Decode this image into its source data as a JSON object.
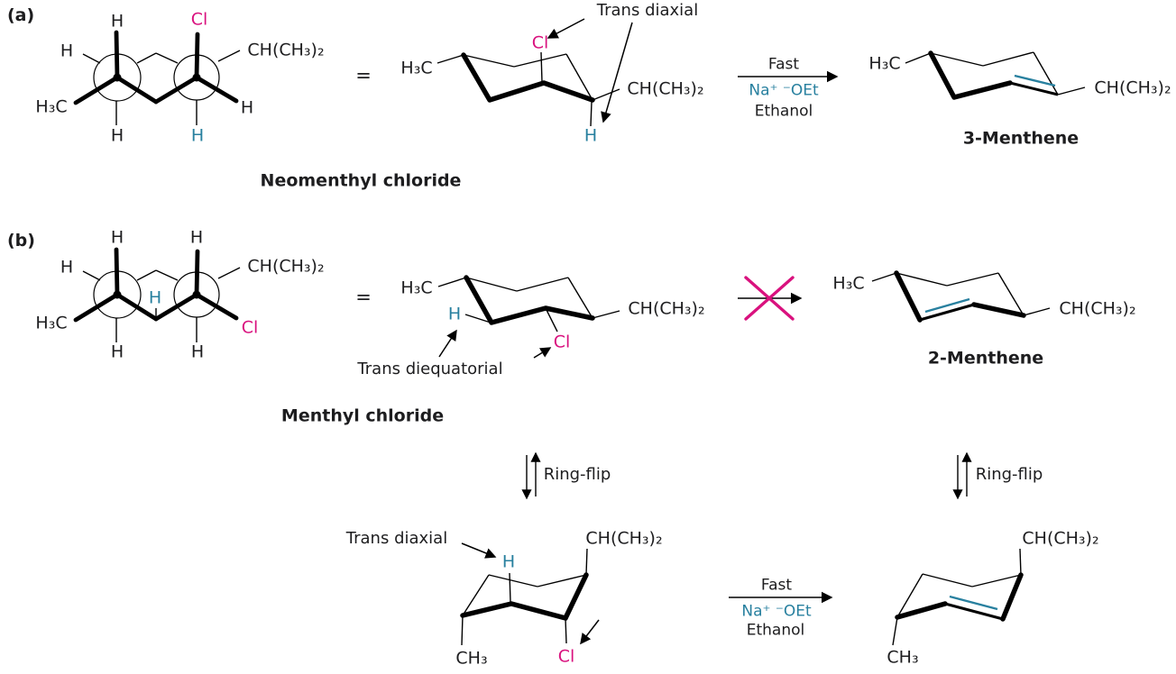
{
  "colors": {
    "magenta": "#d9117e",
    "teal": "#28809f",
    "ink": "#1d1d1f"
  },
  "panel_a": {
    "label": "(a)",
    "newman": {
      "h_top": "H",
      "chlorine": "Cl",
      "h_left": "H",
      "isopropyl": "CH(CH₃)₂",
      "methyl": "H₃C",
      "h_right": "H",
      "h_bottom_left": "H",
      "h_bottom_right": "H",
      "equals": "="
    },
    "compound_name": "Neomenthyl chloride",
    "chair": {
      "methyl": "H₃C",
      "chlorine": "Cl",
      "isopropyl": "CH(CH₃)₂",
      "hydrogen": "H",
      "annotation": "Trans diaxial"
    },
    "reaction": {
      "rate": "Fast",
      "reagent": "Na⁺ ⁻OEt",
      "solvent": "Ethanol"
    },
    "product": {
      "methyl": "H₃C",
      "isopropyl": "CH(CH₃)₂",
      "name": "3-Menthene"
    }
  },
  "panel_b": {
    "label": "(b)",
    "newman": {
      "h_top_left": "H",
      "h_top_right": "H",
      "h_left": "H",
      "isopropyl": "CH(CH₃)₂",
      "h_middle": "H",
      "methyl": "H₃C",
      "chlorine": "Cl",
      "h_bottom_left": "H",
      "h_bottom_right": "H",
      "equals": "="
    },
    "compound_name": "Menthyl chloride",
    "chair": {
      "methyl": "H₃C",
      "hydrogen": "H",
      "chlorine": "Cl",
      "isopropyl": "CH(CH₃)₂",
      "annotation": "Trans diequatorial"
    },
    "blocked_product": {
      "methyl": "H₃C",
      "isopropyl": "CH(CH₃)₂",
      "name": "2-Menthene"
    },
    "ring_flip_left": "Ring-flip",
    "ring_flip_right": "Ring-flip",
    "flipped_chair": {
      "annotation": "Trans diaxial",
      "hydrogen": "H",
      "isopropyl": "CH(CH₃)₂",
      "methyl": "CH₃",
      "chlorine": "Cl"
    },
    "reaction": {
      "rate": "Fast",
      "reagent": "Na⁺ ⁻OEt",
      "solvent": "Ethanol"
    },
    "product": {
      "isopropyl": "CH(CH₃)₂",
      "methyl": "CH₃"
    }
  }
}
